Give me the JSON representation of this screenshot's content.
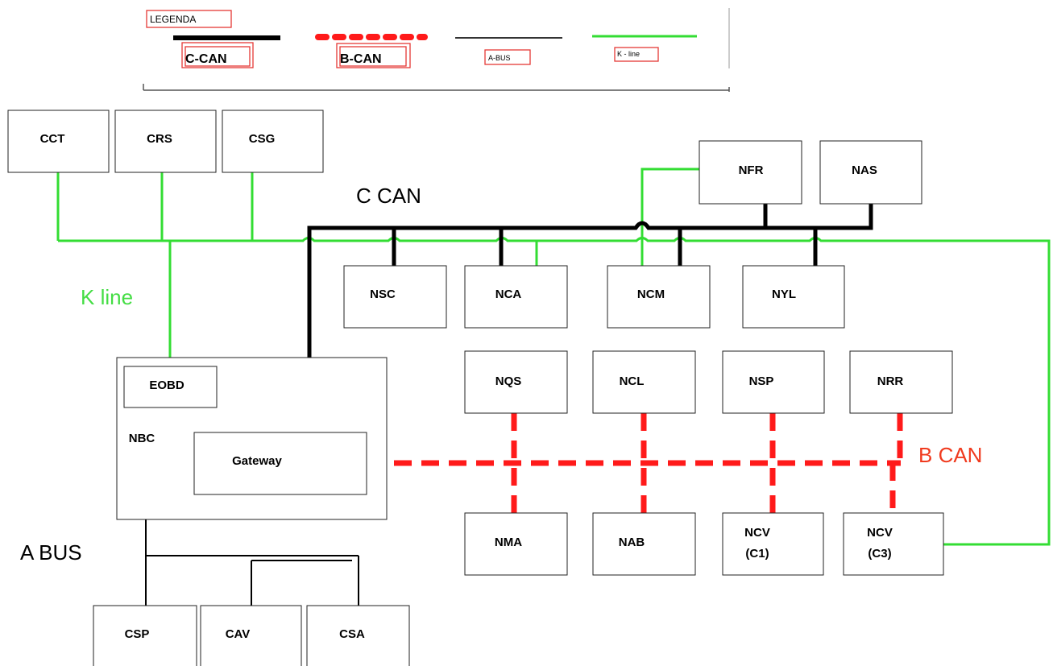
{
  "legend": {
    "title": "LEGENDA",
    "ccan": "C-CAN",
    "bcan": "B-CAN",
    "abus": "A-BUS",
    "kline": "K - line"
  },
  "labels": {
    "ccan": "C CAN",
    "kline": "K line",
    "bcan": "B CAN",
    "abus": "A BUS"
  },
  "nodes": {
    "cct": "CCT",
    "crs": "CRS",
    "csg": "CSG",
    "nfr": "NFR",
    "nas": "NAS",
    "nsc": "NSC",
    "nca": "NCA",
    "ncm": "NCM",
    "nyl": "NYL",
    "eobd": "EOBD",
    "nbc": "NBC",
    "gateway": "Gateway",
    "nqs": "NQS",
    "ncl": "NCL",
    "nsp": "NSP",
    "nrr": "NRR",
    "nma": "NMA",
    "nab": "NAB",
    "ncv_c1": "NCV",
    "ncv_c1_sub": "(C1)",
    "ncv_c3": "NCV",
    "ncv_c3_sub": "(C3)",
    "csp": "CSP",
    "cav": "CAV",
    "csa": "CSA"
  },
  "colors": {
    "ccan": "#000000",
    "bcan": "#ff1a1a",
    "abus": "#000000",
    "kline": "#33dd33",
    "kline_text": "#44dd44",
    "bcan_text": "#f03a1e"
  }
}
